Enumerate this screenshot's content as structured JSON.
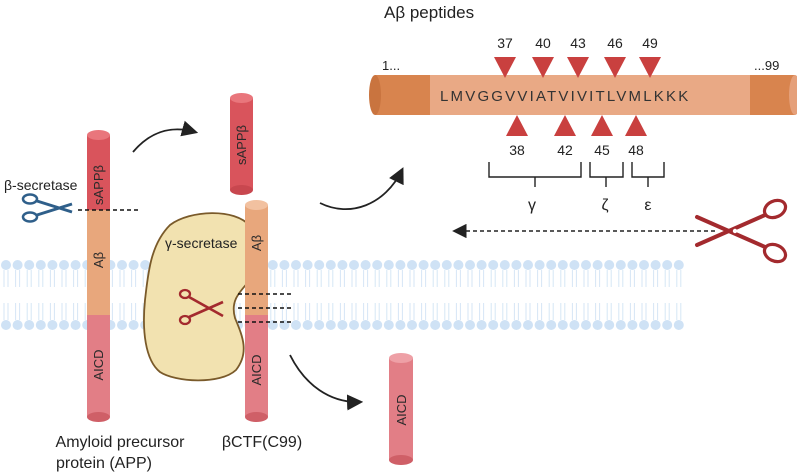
{
  "title": "Aβ peptides",
  "sequence": {
    "start_label": "1...",
    "end_label": "...99",
    "residues": "LMVGGVVIATVIVITLVMLKKK"
  },
  "cleavage_sites_top": [
    "37",
    "40",
    "43",
    "46",
    "49"
  ],
  "cleavage_sites_bottom": [
    "38",
    "42",
    "45",
    "48"
  ],
  "cleavage_groups": [
    "γ",
    "ζ",
    "ε"
  ],
  "enzymes": {
    "beta": "β-secretase",
    "gamma": "γ-secretase"
  },
  "segments": {
    "sappb": "sAPPβ",
    "abeta": "Aβ",
    "aicd": "AICD"
  },
  "labels": {
    "app_line1": "Amyloid precursor",
    "app_line2": "protein (APP)",
    "ctf": "βCTF(C99)"
  },
  "colors": {
    "sappb": "#d9545c",
    "abeta": "#e8a77c",
    "aicd": "#e27e86",
    "membrane_head": "#cfe2f5",
    "secretase": "#f2e2b0",
    "scissors_blue": "#2f5f8a",
    "scissors_red": "#a32a2e",
    "triangle": "#c9403f",
    "tube_dark": "#d8844e",
    "tube_light": "#e9a985"
  }
}
